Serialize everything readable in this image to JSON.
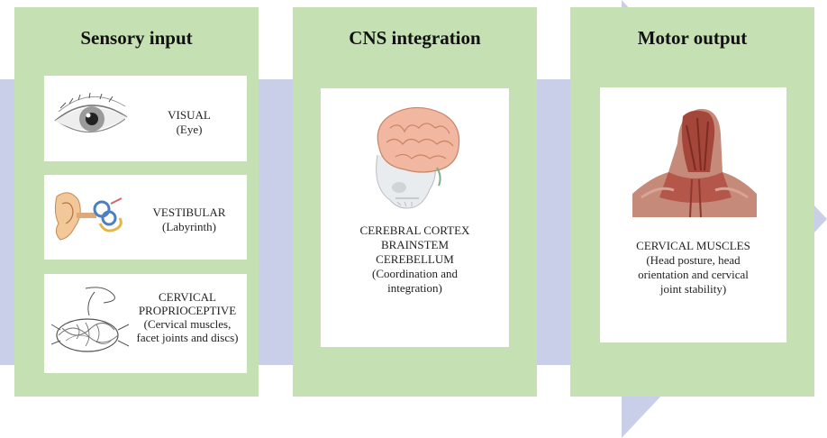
{
  "columns": [
    {
      "title": "Sensory input",
      "cards": [
        {
          "icon": "eye-icon",
          "lines": [
            "VISUAL",
            "(Eye)"
          ]
        },
        {
          "icon": "ear-labyrinth-icon",
          "lines": [
            "VESTIBULAR",
            "(Labyrinth)"
          ]
        },
        {
          "icon": "cervical-proprioceptor-icon",
          "lines": [
            "CERVICAL",
            "PROPRIOCEPTIVE",
            "(Cervical muscles,",
            "facet joints and discs)"
          ]
        }
      ]
    },
    {
      "title": "CNS integration",
      "cards": [
        {
          "icon": "brain-skull-icon",
          "lines": [
            "CEREBRAL CORTEX",
            "BRAINSTEM",
            "CEREBELLUM",
            "(Coordination and",
            "integration)"
          ]
        }
      ]
    },
    {
      "title": "Motor output",
      "cards": [
        {
          "icon": "neck-muscles-icon",
          "lines": [
            "CERVICAL MUSCLES",
            "(Head posture, head",
            "orientation and cervical",
            "joint stability)"
          ]
        }
      ]
    }
  ],
  "colors": {
    "panel": "#c5e0b3",
    "arrow": "#c9cfe8",
    "card": "#ffffff"
  }
}
